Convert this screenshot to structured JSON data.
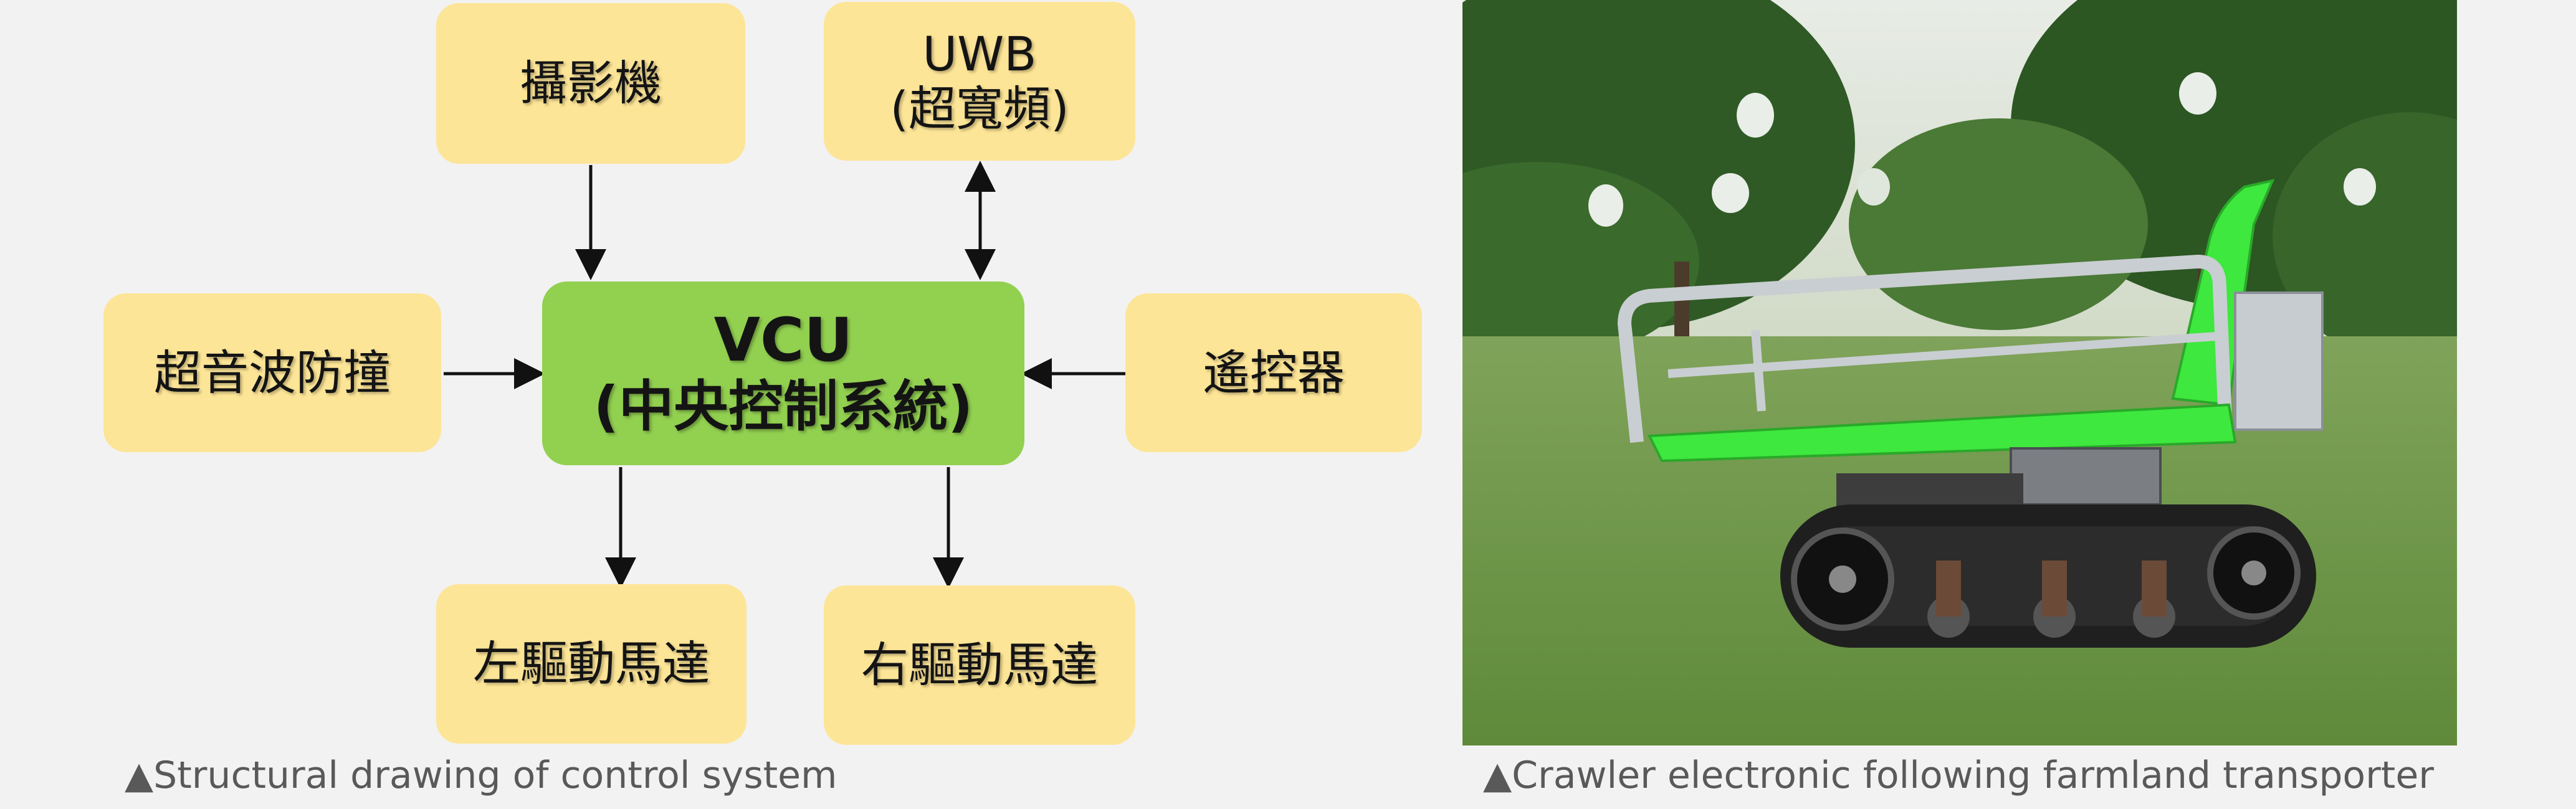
{
  "diagram": {
    "camera": "攝影機",
    "uwb": "UWB\n(超寬頻)",
    "ultrasonic": "超音波防撞",
    "vcu_title": "VCU",
    "vcu_sub": "(中央控制系統)",
    "remote": "遙控器",
    "left_motor": "左驅動馬達",
    "right_motor": "右驅動馬達",
    "caption": "▲Structural drawing of control system"
  },
  "photo": {
    "caption": "▲Crawler electronic following farmland transporter"
  },
  "colors": {
    "box_fill": "#fde597",
    "vcu_fill": "#92d050",
    "background": "#f2f2f2",
    "vehicle_green": "#3ee83e"
  }
}
